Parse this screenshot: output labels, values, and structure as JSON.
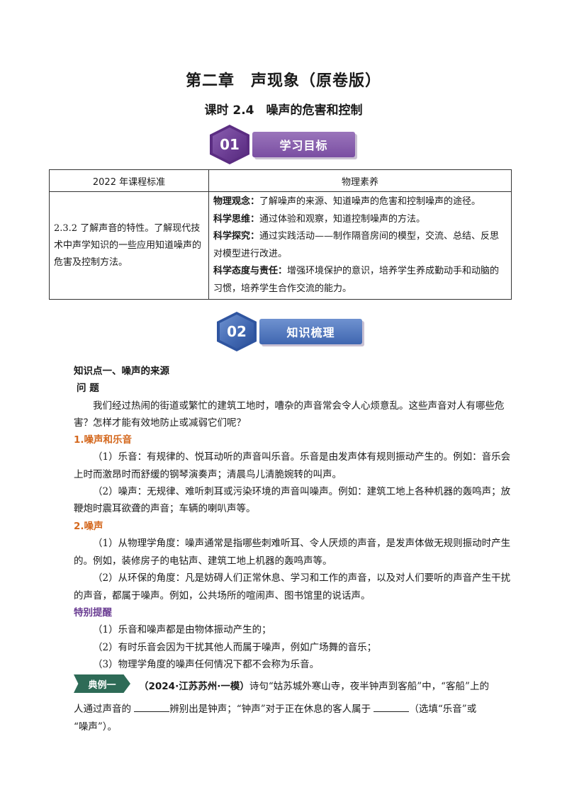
{
  "header": {
    "title": "第二章　声现象（原卷版）",
    "subtitle": "课时 2.4　噪声的危害和控制"
  },
  "section1": {
    "number": "01",
    "label": "学习目标"
  },
  "table": {
    "col1_header": "2022 年课程标准",
    "col2_header": "物理素养",
    "standard": "2.3.2 了解声音的特性。了解现代技术中声学知识的一些应用知道噪声的危害及控制方法。",
    "literacy": [
      {
        "label": "物理观念：",
        "text": "了解噪声的来源、知道噪声的危害和控制噪声的途径。"
      },
      {
        "label": "科学思维：",
        "text": "通过体验和观察，知道控制噪声的方法。"
      },
      {
        "label": "科学探究：",
        "text": "通过实践活动——制作隔音房间的模型，交流、总结、反思对模型进行改进。"
      },
      {
        "label": "科学态度与责任：",
        "text": "增强环境保护的意识，培养学生养成勤动手和动脑的习惯，培养学生合作交流的能力。"
      }
    ]
  },
  "section2": {
    "number": "02",
    "label": "知识梳理"
  },
  "knowledge": {
    "point_title": "知识点一、噪声的来源",
    "question_label": "问  题",
    "question_l1": "我们经过热闹的街道或繁忙的建筑工地时，嘈杂的声音常会令人心烦意乱。这些声音对人有哪些危",
    "question_l2": "害？怎样才能有效地防止或减弱它们呢？",
    "h1": "1.噪声和乐音",
    "music_l1": "（1）乐音：有规律的、悦耳动听的声音叫乐音。乐音是由发声体有规则振动产生的。例如：音乐会",
    "music_l2": "上时而激昂时而舒缓的钢琴演奏声；清晨鸟儿清脆婉转的叫声。",
    "noise_l1": "（2）噪声：无规律、难听刺耳或污染环境的声音叫噪声。例如：建筑工地上各种机器的轰鸣声；放",
    "noise_l2": "鞭炮时震耳欲聋的声音；车辆的喇叭声等。",
    "h2": "2.噪声",
    "phys_l1": "（1）从物理学角度：噪声通常是指哪些刺难听耳、令人厌烦的声音，是发声体做无规则振动时产生",
    "phys_l2": "的。例如，装修房子的电钻声、建筑工地上机器的轰鸣声等。",
    "env_l1": "（2）从环保的角度：凡是妨碍人们正常休息、学习和工作的声音，以及对人们要听的声音产生干扰",
    "env_l2": "的声音，都属于噪声。例如，公共场所的喧闹声、图书馆里的说话声。",
    "tip_title": "特别提醒",
    "tip1": "（1）乐音和噪声都是由物体振动产生的；",
    "tip2": "（2）有时乐音会因为干扰其他人而属于噪声，例如广场舞的音乐；",
    "tip3": "（3）物理学角度的噪声任何情况下都不会称为乐音。"
  },
  "example": {
    "tag": "典例一",
    "source": "（2024·江苏苏州·一模）",
    "l1_text": "诗句“姑苏城外寒山寺，夜半钟声到客船”中，“客船”上的",
    "l2_a": "人通过声音的",
    "l2_b": "辨别出是钟声；“钟声”对于正在休息的客人属于",
    "l2_c": "（选填“乐音”或",
    "l3": "“噪声”）。"
  }
}
